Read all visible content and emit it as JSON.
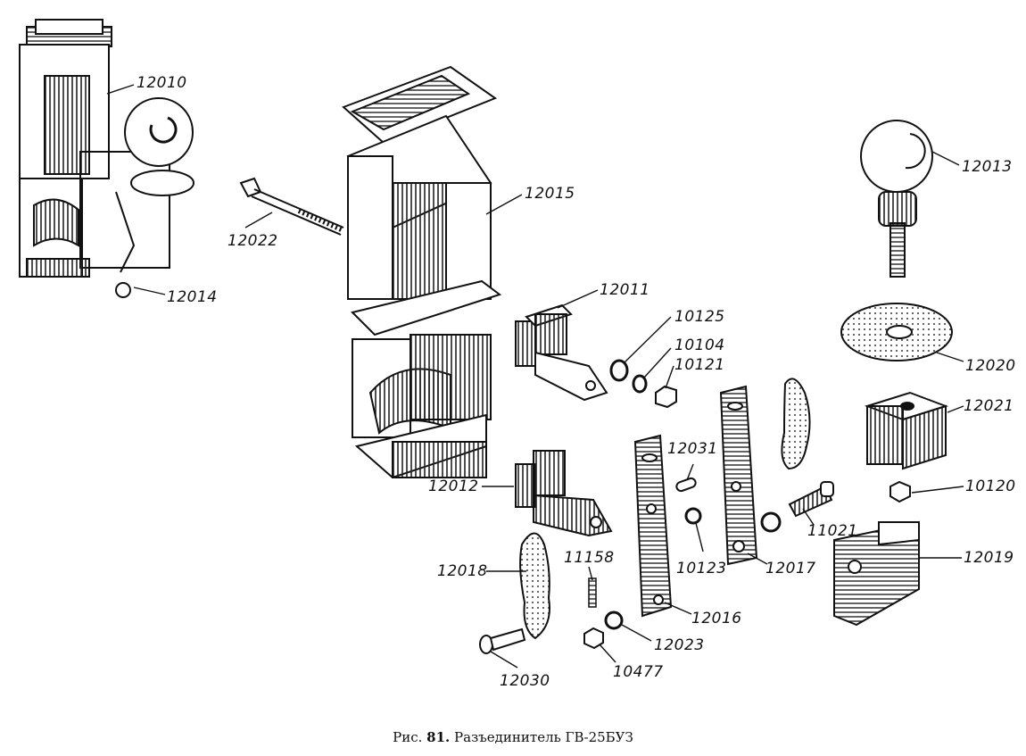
{
  "figure": {
    "caption_prefix": "Рис.",
    "caption_number": "81.",
    "caption_text": "Разъединитель ГВ-25БУЗ"
  },
  "parts": [
    {
      "id": "12010",
      "label": "12010"
    },
    {
      "id": "12014",
      "label": "12014"
    },
    {
      "id": "12022",
      "label": "12022"
    },
    {
      "id": "12015",
      "label": "12015"
    },
    {
      "id": "12013",
      "label": "12013"
    },
    {
      "id": "12011",
      "label": "12011"
    },
    {
      "id": "10125",
      "label": "10125"
    },
    {
      "id": "10104",
      "label": "10104"
    },
    {
      "id": "10121",
      "label": "10121"
    },
    {
      "id": "12020",
      "label": "12020"
    },
    {
      "id": "12021",
      "label": "12021"
    },
    {
      "id": "12031",
      "label": "12031"
    },
    {
      "id": "12012",
      "label": "12012"
    },
    {
      "id": "10120",
      "label": "10120"
    },
    {
      "id": "11021",
      "label": "11021"
    },
    {
      "id": "12019",
      "label": "12019"
    },
    {
      "id": "12018",
      "label": "12018"
    },
    {
      "id": "11158",
      "label": "11158"
    },
    {
      "id": "10123",
      "label": "10123"
    },
    {
      "id": "12017",
      "label": "12017"
    },
    {
      "id": "12016",
      "label": "12016"
    },
    {
      "id": "12023",
      "label": "12023"
    },
    {
      "id": "12030",
      "label": "12030"
    },
    {
      "id": "10477",
      "label": "10477"
    }
  ]
}
